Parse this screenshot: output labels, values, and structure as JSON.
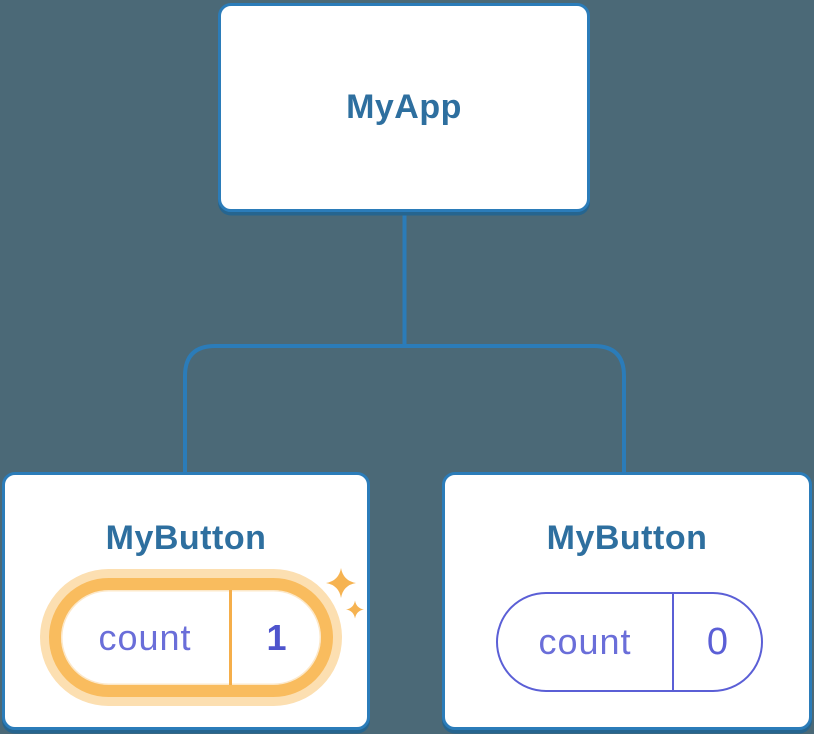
{
  "diagram": {
    "type": "component-tree",
    "root": {
      "label": "MyApp"
    },
    "children": [
      {
        "label": "MyButton",
        "state_key": "count",
        "state_value": "1",
        "highlighted": true
      },
      {
        "label": "MyButton",
        "state_key": "count",
        "state_value": "0",
        "highlighted": false
      }
    ]
  },
  "icons": {
    "sparkles": "four-pointed-stars"
  },
  "colors": {
    "background": "#4b6977",
    "node_fill": "#ffffff",
    "node_border": "#2b7cb9",
    "node_shadow": "#26658f",
    "connector": "#2b7cb9",
    "title_text": "#2e6f9f",
    "state_key_text": "#6a6ed9",
    "state_value_highlight_text": "#4e54cd",
    "pill_border_plain": "#5b5fd6",
    "highlight_ring": "#f9bc5e",
    "highlight_halo": "#fcdfb1",
    "highlight_divider": "#f5ae4a",
    "sparkle": "#f6b351"
  }
}
